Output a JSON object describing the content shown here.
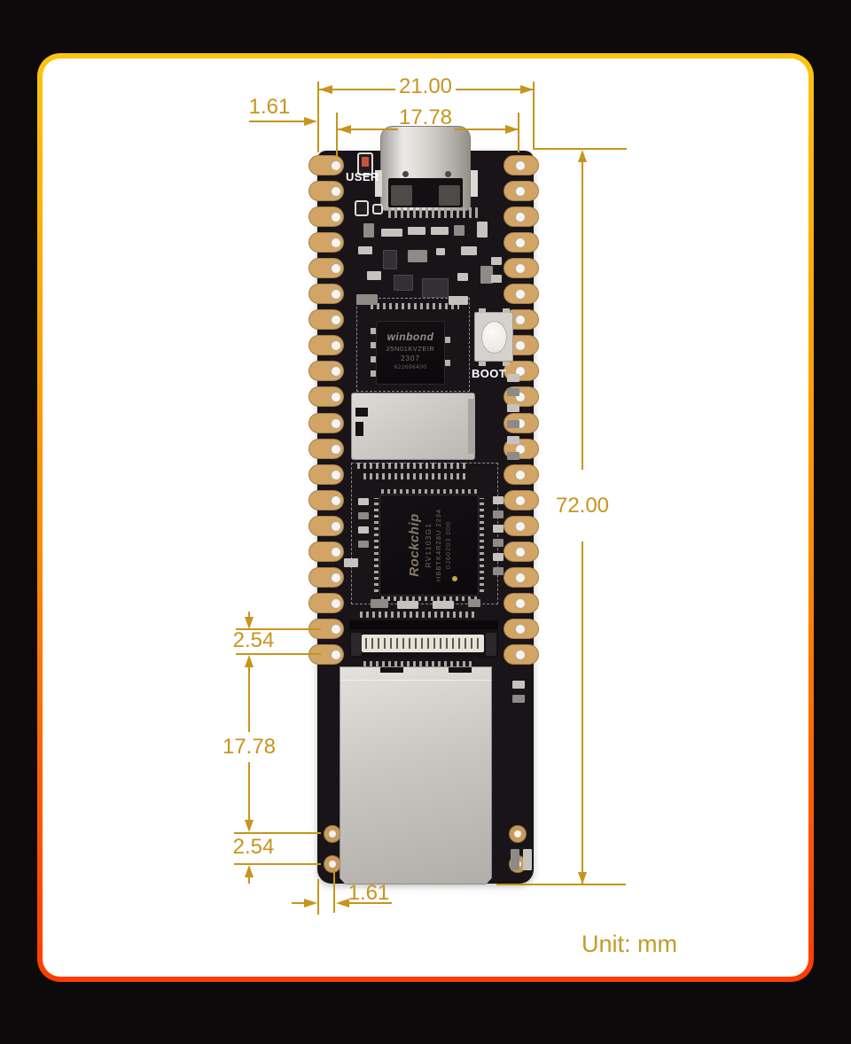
{
  "unit_note": "Unit: mm",
  "dimensions": {
    "board_width": "21.00",
    "connector_span": "17.78",
    "edge_offset_top": "1.61",
    "board_height": "72.00",
    "pin_pitch_upper": "2.54",
    "bottom_section_span": "17.78",
    "pin_pitch_lower": "2.54",
    "edge_offset_bottom": "1.61"
  },
  "board": {
    "user_label": "USER",
    "boot_label": "BOOT",
    "flash_chip": {
      "brand": "winbond",
      "part_number": "25N01KVZEIR",
      "date_code": "2307",
      "lot_code": "622696400"
    },
    "soc_chip": {
      "brand": "Rockchip",
      "model": "RV1103G1",
      "marking_line2": "HBBTK4R28U 2234",
      "marking_line3": "0J60203 000"
    }
  },
  "colors": {
    "dimension_gold": "#c6951c",
    "frame_gradient_top": "#fcc410",
    "frame_gradient_middle": "#fb8a06",
    "frame_gradient_bottom": "#fe3b02",
    "background": "#0d0a0b"
  }
}
